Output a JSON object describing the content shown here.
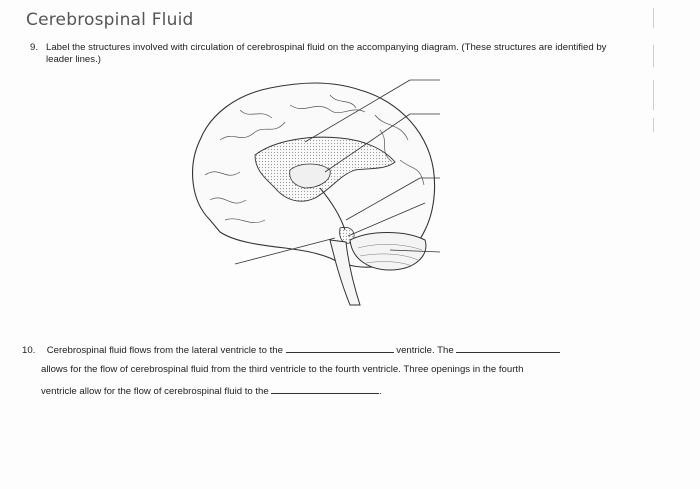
{
  "page": {
    "title": "Cerebrospinal Fluid"
  },
  "question9": {
    "number": "9.",
    "text": "Label the structures involved with circulation of cerebrospinal fluid on the accompanying diagram. (These structures are identified by leader lines.)"
  },
  "question10": {
    "number": "10.",
    "part1": "Cerebrospinal fluid flows from the lateral ventricle to the",
    "part2": "ventricle. The",
    "part3": "allows for the flow of cerebrospinal fluid from the third ventricle to the fourth ventricle. Three openings in the fourth",
    "part4": "ventricle allow for the flow of cerebrospinal fluid to the",
    "part5": "."
  },
  "colors": {
    "ink": "#222222",
    "title": "#555555",
    "stipple": "#bdbdbd"
  }
}
